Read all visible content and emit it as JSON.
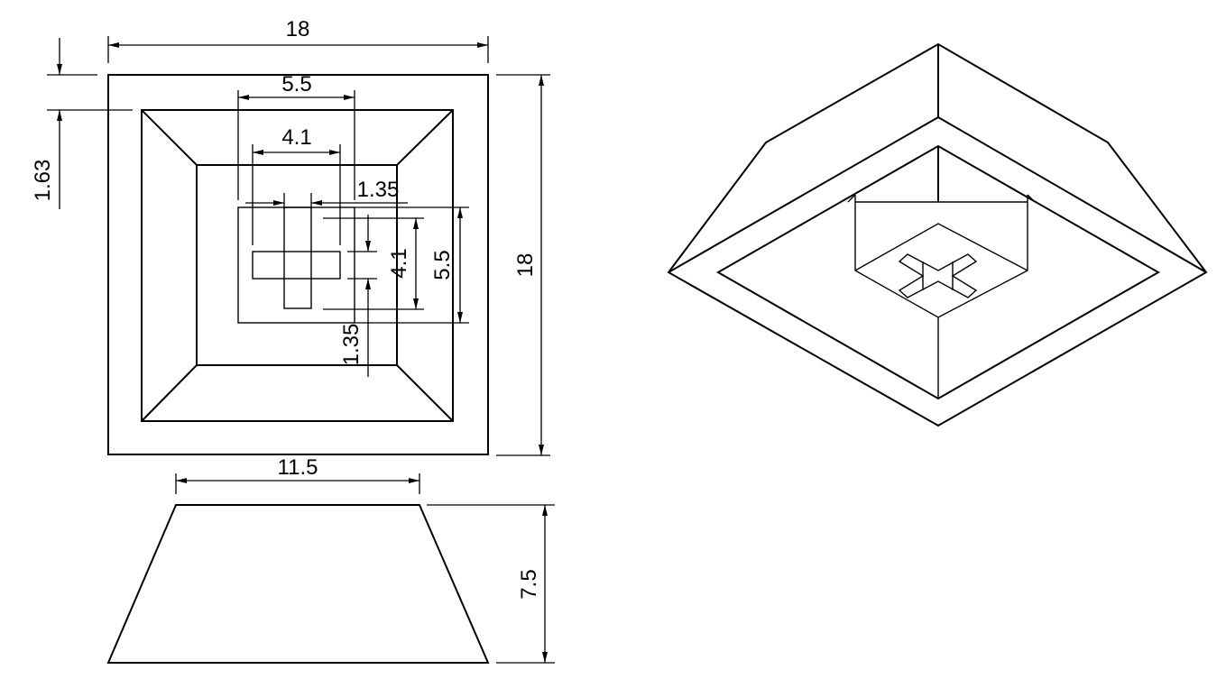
{
  "drawing": {
    "colors": {
      "line": "#000000",
      "background": "#ffffff"
    },
    "dimensions": {
      "top_width": "18",
      "right_height": "18",
      "rim_thickness": "1.63",
      "stem_outer_width": "5.5",
      "stem_inner_width": "4.1",
      "cross_arm_width": "1.35",
      "stem_inner_height": "4.1",
      "stem_outer_height": "5.5",
      "cross_arm_height": "1.35",
      "side_top_width": "11.5",
      "side_height": "7.5"
    }
  }
}
